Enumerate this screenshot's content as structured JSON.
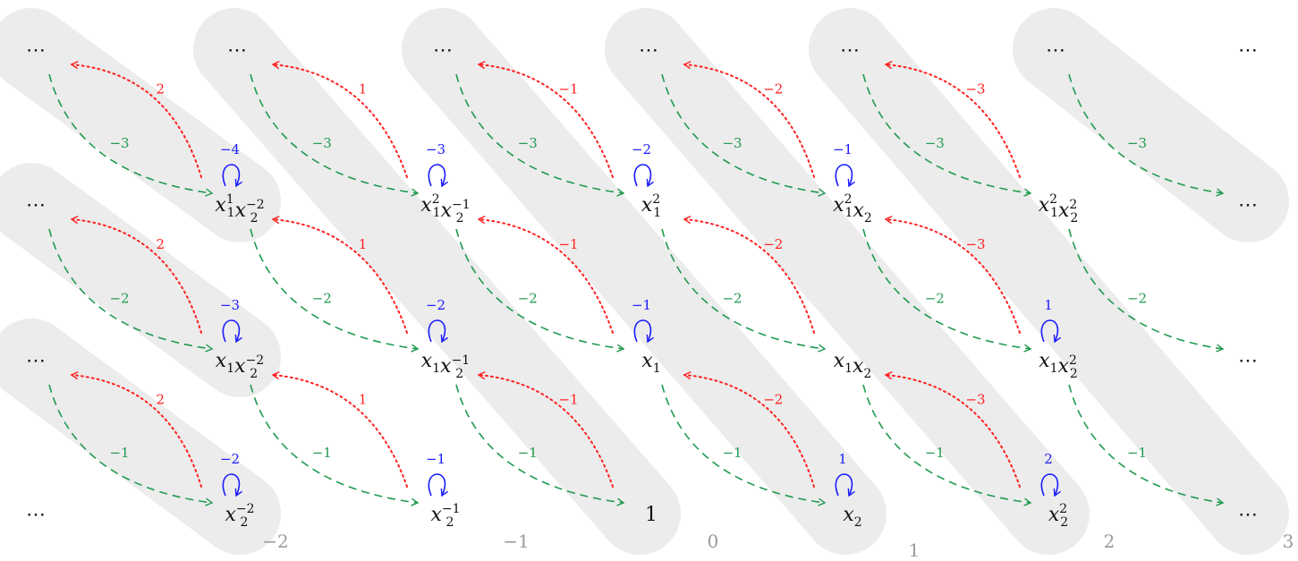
{
  "colors": {
    "band": "#ececec",
    "red": "#ff2020",
    "green": "#1f9a50",
    "blue": "#1a1aff",
    "text": "#111111",
    "band_label": "#9a9a9a"
  },
  "band_labels": [
    "−2",
    "−1",
    "0",
    "1",
    "2",
    "3"
  ],
  "ellipsis": "⋯",
  "monomials": [
    {
      "id": "m_x1x2m2_top",
      "base1": "x",
      "sub1": "1",
      "sup1": "1",
      "base2": "x",
      "sub2": "2",
      "sup2": "−2"
    },
    {
      "id": "m_x1sq_x2m1",
      "base1": "x",
      "sub1": "1",
      "sup1": "2",
      "base2": "x",
      "sub2": "2",
      "sup2": "−1"
    },
    {
      "id": "m_x1sq",
      "base1": "x",
      "sub1": "1",
      "sup1": "2",
      "base2": "",
      "sub2": "",
      "sup2": ""
    },
    {
      "id": "m_x1sq_x2",
      "base1": "x",
      "sub1": "1",
      "sup1": "2",
      "base2": "x",
      "sub2": "2",
      "sup2": ""
    },
    {
      "id": "m_x1sq_x2sq",
      "base1": "x",
      "sub1": "1",
      "sup1": "2",
      "base2": "x",
      "sub2": "2",
      "sup2": "2"
    },
    {
      "id": "m_x1_x2m2",
      "base1": "x",
      "sub1": "1",
      "sup1": "",
      "base2": "x",
      "sub2": "2",
      "sup2": "−2"
    },
    {
      "id": "m_x1_x2m1",
      "base1": "x",
      "sub1": "1",
      "sup1": "",
      "base2": "x",
      "sub2": "2",
      "sup2": "−1"
    },
    {
      "id": "m_x1",
      "base1": "x",
      "sub1": "1",
      "sup1": "",
      "base2": "",
      "sub2": "",
      "sup2": ""
    },
    {
      "id": "m_x1_x2",
      "base1": "x",
      "sub1": "1",
      "sup1": "",
      "base2": "x",
      "sub2": "2",
      "sup2": ""
    },
    {
      "id": "m_x1_x2sq",
      "base1": "x",
      "sub1": "1",
      "sup1": "",
      "base2": "x",
      "sub2": "2",
      "sup2": "2"
    },
    {
      "id": "m_x2m2",
      "base1": "x",
      "sub1": "2",
      "sup1": "−2",
      "base2": "",
      "sub2": "",
      "sup2": ""
    },
    {
      "id": "m_x2m1",
      "base1": "x",
      "sub1": "2",
      "sup1": "−1",
      "base2": "",
      "sub2": "",
      "sup2": ""
    },
    {
      "id": "m_one",
      "base1": "1",
      "sub1": "",
      "sup1": "",
      "base2": "",
      "sub2": "",
      "sup2": ""
    },
    {
      "id": "m_x2",
      "base1": "x",
      "sub1": "2",
      "sup1": "",
      "base2": "",
      "sub2": "",
      "sup2": ""
    },
    {
      "id": "m_x2sq",
      "base1": "x",
      "sub1": "2",
      "sup1": "2",
      "base2": "",
      "sub2": "",
      "sup2": ""
    }
  ],
  "red_labels": [
    "2",
    "1",
    "−1",
    "−2",
    "−3",
    "2",
    "1",
    "−1",
    "−2",
    "−3",
    "2",
    "1",
    "−1",
    "−2",
    "−3"
  ],
  "green_labels": [
    "−3",
    "−3",
    "−3",
    "−3",
    "−3",
    "−3",
    "−2",
    "−2",
    "−2",
    "−2",
    "−2",
    "−2",
    "−1",
    "−1",
    "−1",
    "−1",
    "−1",
    "−1"
  ],
  "blue_labels": [
    "−4",
    "−3",
    "−2",
    "−1",
    "−3",
    "−2",
    "−1",
    "1",
    "−2",
    "−1",
    "1",
    "2"
  ]
}
